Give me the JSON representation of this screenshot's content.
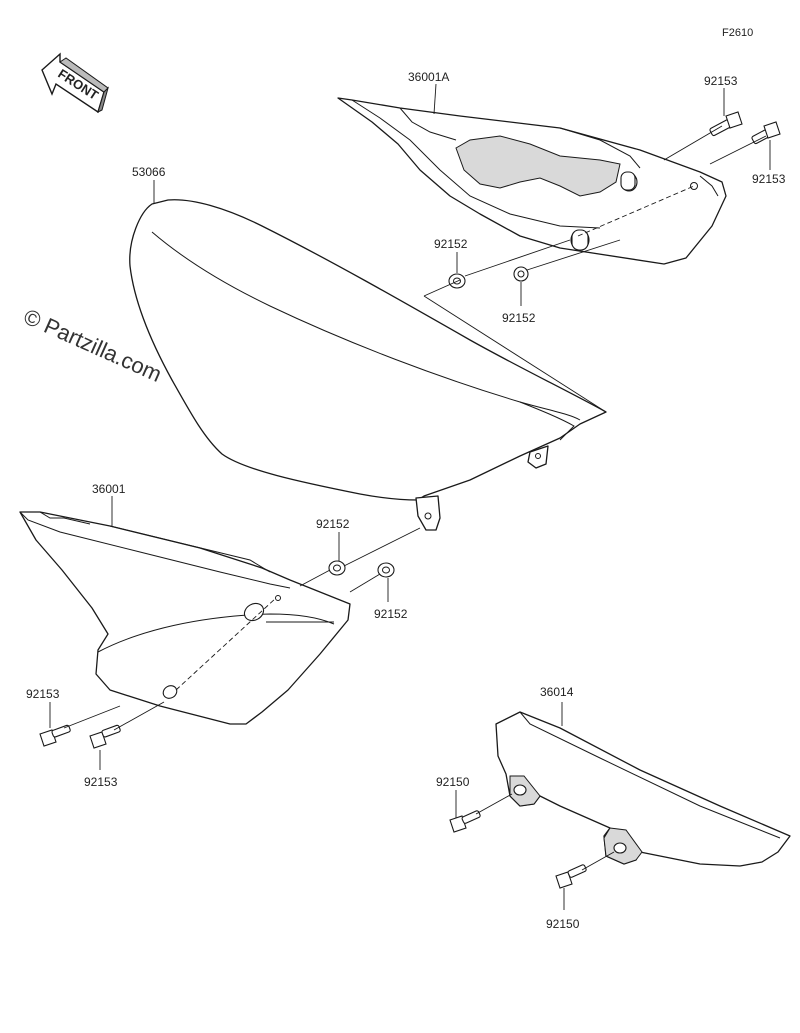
{
  "figure_id": "F2610",
  "watermark": "© Partzilla.com",
  "front_label": "FRONT",
  "parts": {
    "seat": "53066",
    "side_cover_right": "36001A",
    "side_cover_left": "36001",
    "chain_cover": "36014",
    "bolt_92153": "92153",
    "collar_92152": "92152",
    "bolt_92150": "92150"
  }
}
